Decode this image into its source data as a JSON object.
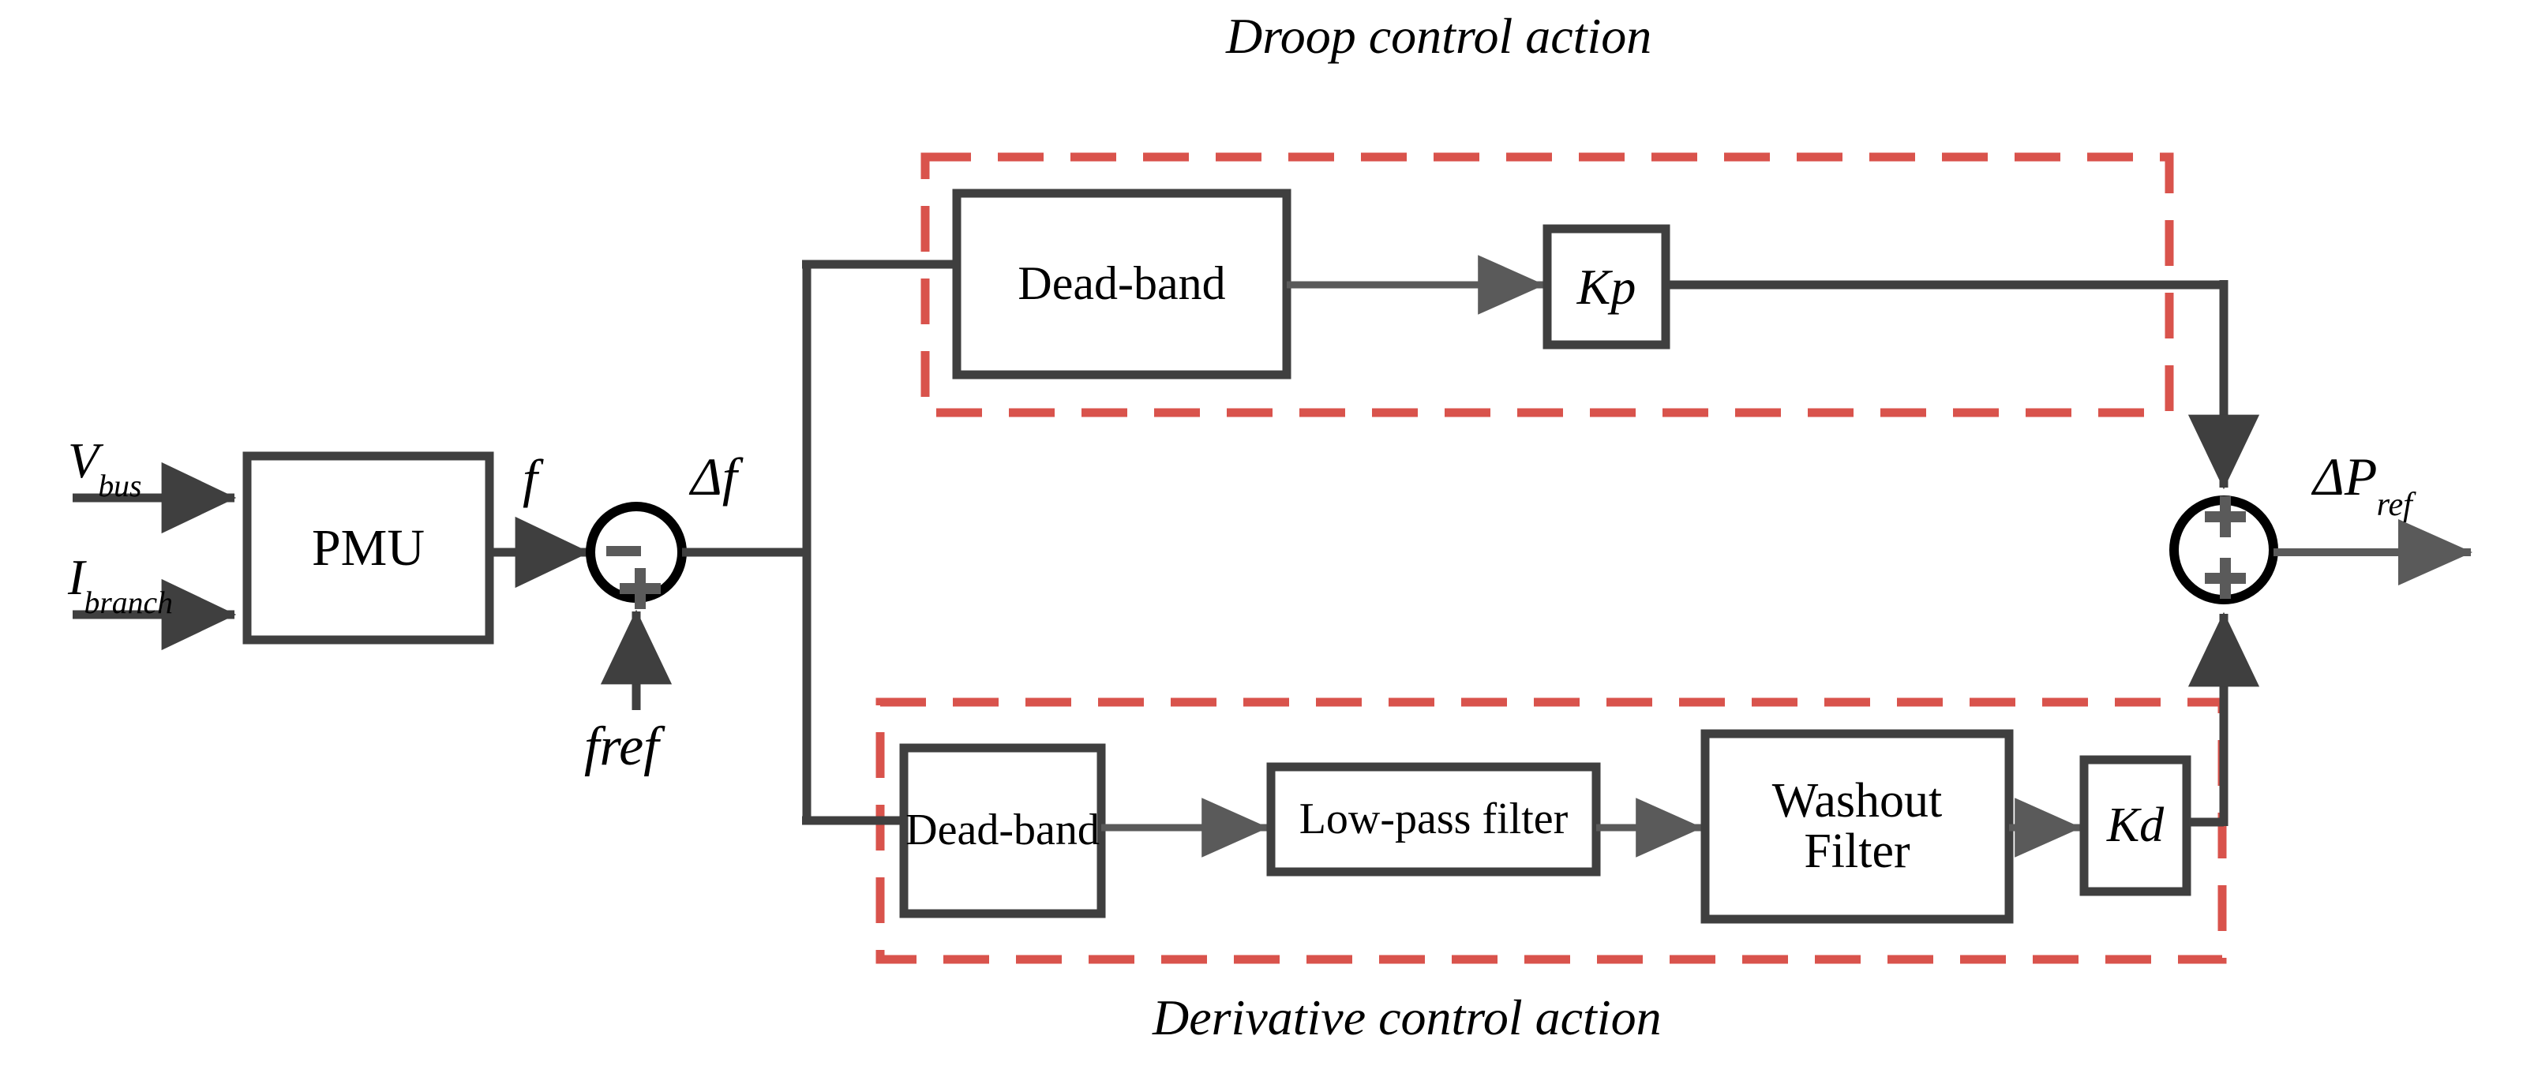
{
  "diagram": {
    "title_top": "Droop control action",
    "title_bottom": "Derivative control action",
    "colors": {
      "red_dashed": "#d9534c",
      "line": "#3f3f3f",
      "circle_stroke": "#000000",
      "sign_fill": "#5a5a5a",
      "text": "#000000",
      "background": "#ffffff"
    },
    "inputs": [
      {
        "name": "v-bus",
        "base": "V",
        "sub": "bus"
      },
      {
        "name": "i-branch",
        "base": "I",
        "sub": "branch"
      }
    ],
    "pmu": {
      "label": "PMU"
    },
    "signals": {
      "f": "f",
      "delta_f": "Δf",
      "fref": "fref",
      "delta_p_ref_base": "ΔP",
      "delta_p_ref_sub": "ref"
    },
    "sum_input": {
      "name": "input-summing-junction",
      "sign_left": "−",
      "sign_bottom": "+"
    },
    "sum_output": {
      "name": "output-summing-junction",
      "sign_top": "+",
      "sign_bottom": "+"
    },
    "droop_path": {
      "label": "Droop control action",
      "blocks": [
        {
          "id": "droop-deadband",
          "label": "Dead-band"
        },
        {
          "id": "droop-gain-kp",
          "label": "Kp",
          "italic": true
        }
      ]
    },
    "derivative_path": {
      "label": "Derivative control action",
      "blocks": [
        {
          "id": "deriv-deadband",
          "label": "Dead-band"
        },
        {
          "id": "deriv-lowpass",
          "label": "Low-pass filter"
        },
        {
          "id": "deriv-washout",
          "label": "Washout\nFilter"
        },
        {
          "id": "deriv-gain-kd",
          "label": "Kd",
          "italic": true
        }
      ]
    }
  }
}
